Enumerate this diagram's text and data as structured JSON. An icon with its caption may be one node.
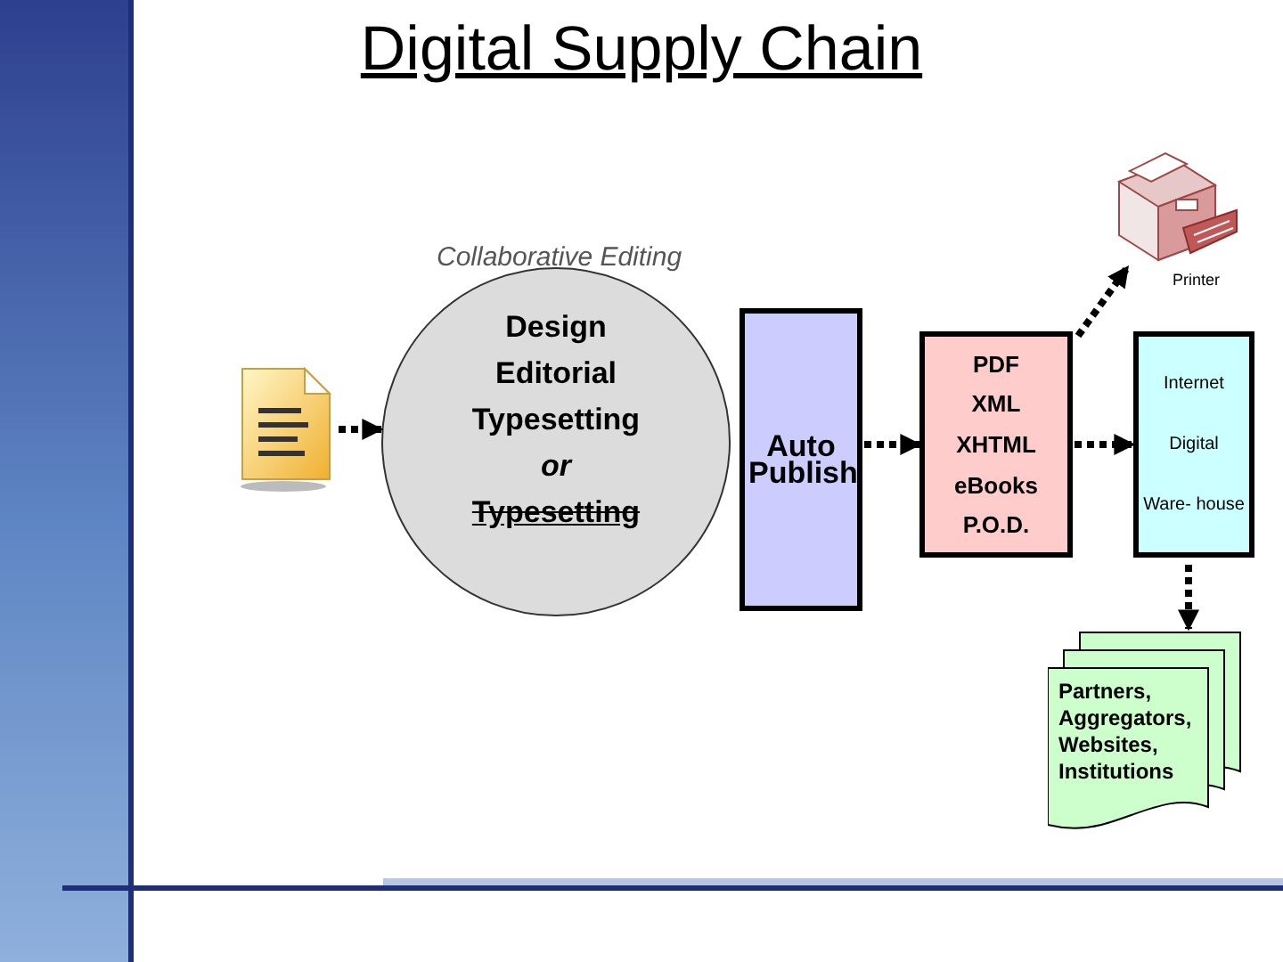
{
  "diagram": {
    "title": "Digital Supply Chain",
    "nodes": [
      {
        "text": [],
        "shape": "picture"
      },
      {
        "text": [
          "Design",
          "Editorial",
          "Typesetting",
          "or",
          "Typesetting"
        ],
        "beside": [
          "Collaborative Editing"
        ]
      },
      {
        "text": [
          "Auto Publish"
        ]
      },
      {
        "text": [
          "PDF",
          "XML",
          "XHTML",
          "eBooks",
          "P.O.D."
        ]
      },
      {
        "text": [],
        "shape": "picture",
        "beside": [
          "Printer"
        ]
      },
      {
        "text": [
          "Internet",
          "Digital",
          "Ware- house"
        ]
      },
      {
        "text": [
          "Partners, Aggregators, Websites, Institutions"
        ]
      }
    ],
    "edges": [
      {
        "from": 0,
        "to": 1,
        "arrow": "to"
      },
      {
        "from": 2,
        "to": 3,
        "arrow": "to"
      },
      {
        "from": 3,
        "to": 4,
        "arrow": "to"
      },
      {
        "from": 3,
        "to": 5,
        "arrow": "to"
      },
      {
        "from": 5,
        "to": 6,
        "arrow": "to"
      }
    ]
  }
}
